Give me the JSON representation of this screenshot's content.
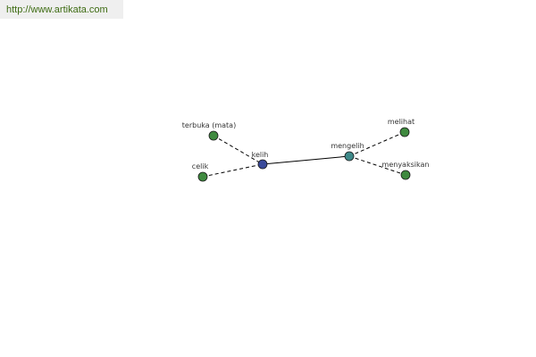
{
  "header": {
    "url": "http://www.artikata.com"
  },
  "graph": {
    "colors": {
      "synonym_node": "#3f8a3f",
      "root_node": "#3a4a9a",
      "hub_node": "#3f8a8a",
      "node_stroke": "#1a1a1a",
      "edge": "#000000"
    },
    "nodes": [
      {
        "id": "terbuka",
        "label": "terbuka (mata)",
        "kind": "synonym"
      },
      {
        "id": "celik",
        "label": "celik",
        "kind": "synonym"
      },
      {
        "id": "kelih",
        "label": "kelih",
        "kind": "root"
      },
      {
        "id": "mengelih",
        "label": "mengelih",
        "kind": "hub"
      },
      {
        "id": "melihat",
        "label": "melihat",
        "kind": "synonym"
      },
      {
        "id": "menyaksikan",
        "label": "menyaksikan",
        "kind": "synonym"
      }
    ],
    "edges": [
      {
        "from": "terbuka",
        "to": "kelih",
        "style": "dashed"
      },
      {
        "from": "celik",
        "to": "kelih",
        "style": "dashed"
      },
      {
        "from": "kelih",
        "to": "mengelih",
        "style": "solid"
      },
      {
        "from": "mengelih",
        "to": "melihat",
        "style": "dashed"
      },
      {
        "from": "mengelih",
        "to": "menyaksikan",
        "style": "dashed"
      }
    ]
  }
}
